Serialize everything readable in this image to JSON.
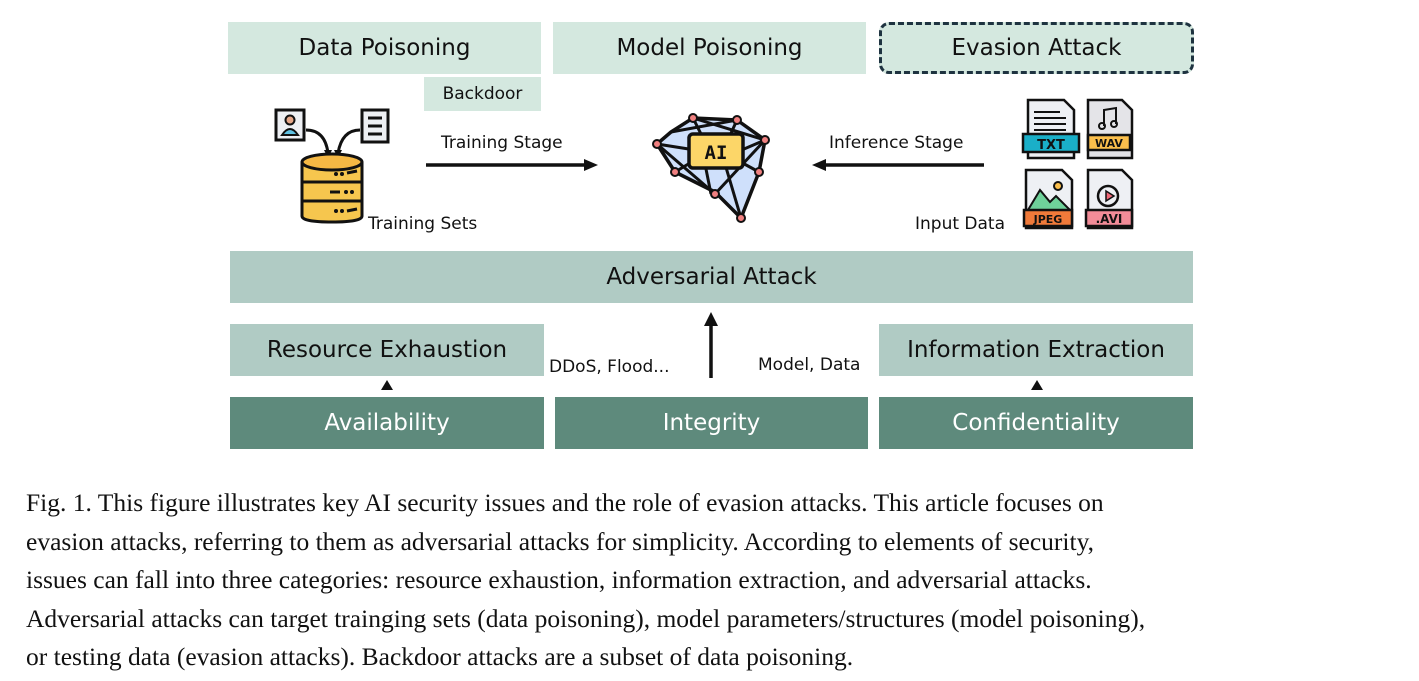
{
  "diagram": {
    "top_boxes": [
      {
        "label": "Data Poisoning"
      },
      {
        "label": "Model Poisoning"
      },
      {
        "label": "Evasion Attack",
        "style": "dashed"
      }
    ],
    "backdoor_label": "Backdoor",
    "training_sets_label": "Training Sets",
    "training_stage_label": "Training Stage",
    "ai_label": "AI",
    "inference_stage_label": "Inference Stage",
    "input_data_label": "Input Data",
    "file_types": [
      "TXT",
      "WAV",
      "JPEG",
      ".AVI"
    ],
    "adversarial_attack_label": "Adversarial Attack",
    "resource_exhaustion_label": "Resource Exhaustion",
    "information_extraction_label": "Information Extraction",
    "ddos_label": "DDoS, Flood...",
    "model_data_label": "Model, Data",
    "pillars": [
      {
        "label": "Availability"
      },
      {
        "label": "Integrity"
      },
      {
        "label": "Confidentiality"
      }
    ],
    "colors": {
      "light_box": "#d4e8df",
      "mid_box": "#b0cbc4",
      "dark_box": "#5e8a7c"
    }
  },
  "caption": {
    "lines": [
      "Fig. 1.  This figure illustrates key AI security issues and the role of evasion attacks. This article focuses on",
      "evasion attacks, referring to them as adversarial attacks for simplicity. According to elements of security,",
      "issues can fall into three categories: resource exhaustion, information extraction, and adversarial attacks.",
      "Adversarial attacks can target trainging sets (data poisoning), model parameters/structures (model poisoning),",
      "or testing data (evasion attacks). Backdoor attacks are a subset of data poisoning."
    ]
  }
}
